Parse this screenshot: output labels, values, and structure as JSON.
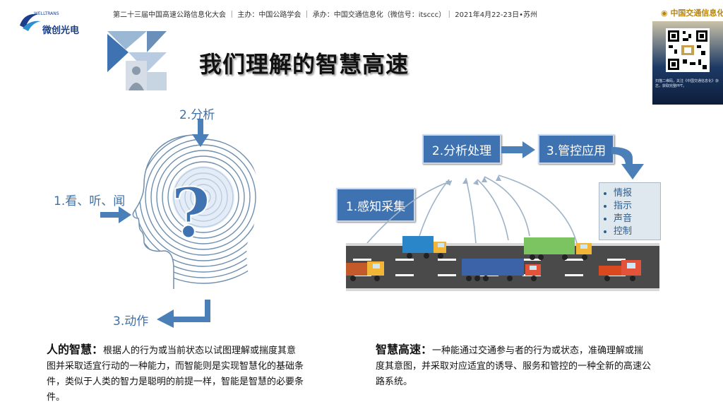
{
  "header": {
    "conference_line": "第二十三届中国高速公路信息化大会 ｜ 主办：中国公路学会 ｜ 承办：中国交通信息化（微信号：itsccc）｜ 2021年4月22-23日•苏州",
    "logo_small": "WELLTRANS",
    "logo_text": "微创光电",
    "brand_right": "中国交通信息化",
    "qr_caption": "扫描二维码，关注《中国交通信息化》杂志，获取完整PPT。"
  },
  "title": "我们理解的智慧高速",
  "left_diagram": {
    "analyze": "2.分析",
    "see_hear_smell": "1.看、听、闻",
    "action": "3.动作"
  },
  "right_diagram": {
    "perceive": "1.感知采集",
    "process": "2.分析处理",
    "control": "3.管控应用",
    "outputs": [
      "情报",
      "指示",
      "声音",
      "控制"
    ]
  },
  "human_wisdom": {
    "label": "人的智慧：",
    "text": "根据人的行为或当前状态以试图理解或揣度其意图并采取适宜行动的一种能力，而智能则是实现智慧化的基础条件，类似于人类的智力是聪明的前提一样，智能是智慧的必要条件。"
  },
  "smart_highway": {
    "label": "智慧高速：",
    "text": "一种能通过交通参与者的行为或状态，准确理解或揣度其意图，并采取对应适宜的诱导、服务和管控的一种全新的高速公路系统。"
  },
  "colors": {
    "accent_blue": "#3f72b0",
    "label_blue": "#3e71a8"
  }
}
